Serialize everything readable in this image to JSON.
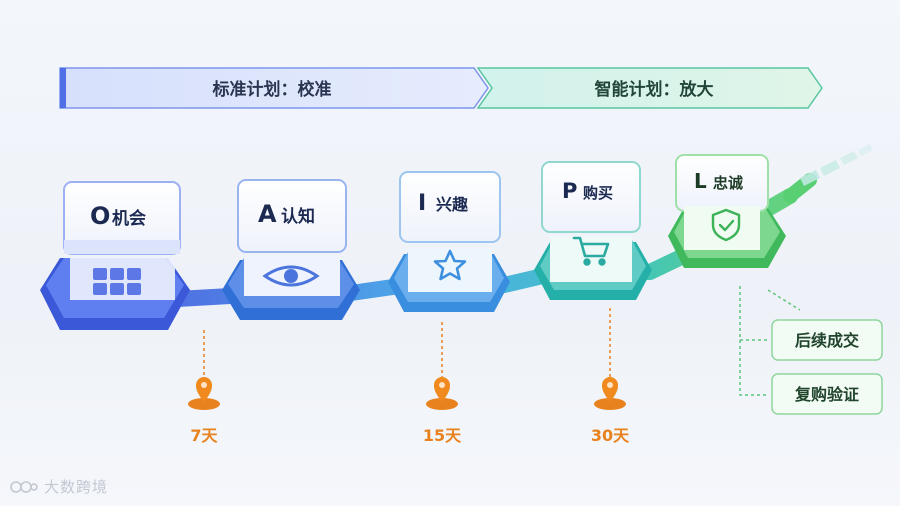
{
  "phases": [
    {
      "label": "标准计划：校准"
    },
    {
      "label": "智能计划：放大"
    }
  ],
  "stages": [
    {
      "letter": "O",
      "name": "机会",
      "icon": "grid-icon"
    },
    {
      "letter": "A",
      "name": "认知",
      "icon": "eye-icon"
    },
    {
      "letter": "I",
      "name": "兴趣",
      "icon": "star-icon"
    },
    {
      "letter": "P",
      "name": "购买",
      "icon": "cart-icon"
    },
    {
      "letter": "L",
      "name": "忠诚",
      "icon": "shield-check-icon"
    }
  ],
  "milestones": [
    {
      "label": "7天"
    },
    {
      "label": "15天"
    },
    {
      "label": "30天"
    }
  ],
  "outcomes": [
    {
      "label": "后续成交"
    },
    {
      "label": "复购验证"
    }
  ],
  "watermark": {
    "text": "大数跨境"
  },
  "colors": {
    "blue": "#3b63e0",
    "teal": "#2fb7b0",
    "green": "#4cc46a",
    "orange": "#e8821e"
  }
}
